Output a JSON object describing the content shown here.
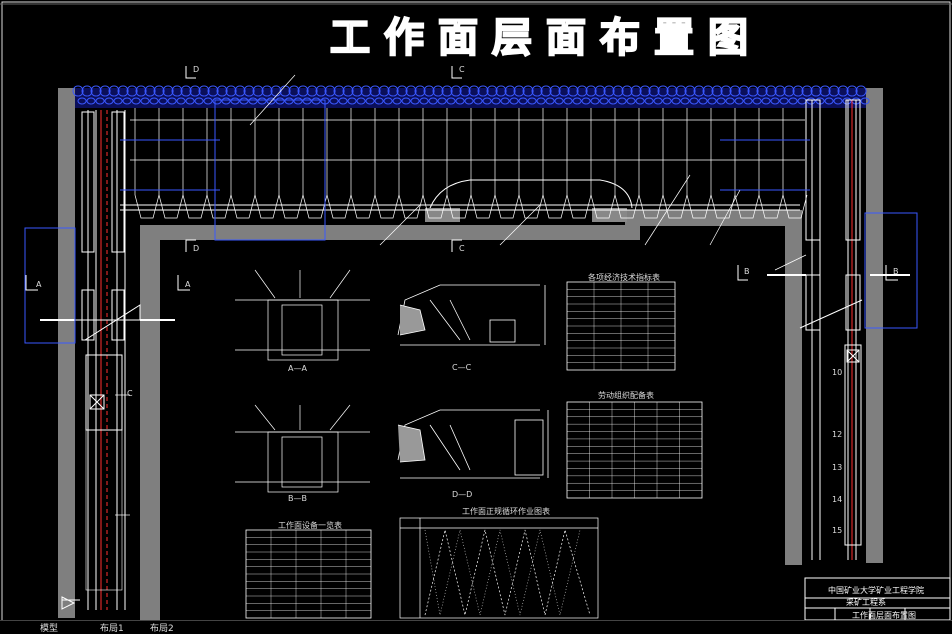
{
  "title": "工作面层面布置图",
  "section_labels": {
    "d_top": "D",
    "c_top": "C",
    "d_low": "D",
    "c_low": "C",
    "a_left": "A",
    "a_right": "A",
    "b_left": "B",
    "b_right": "B",
    "c_mid": "C"
  },
  "view_captions": {
    "aa": "A—A",
    "bb": "B—B",
    "cc": "C—C",
    "dd": "D—D"
  },
  "table_titles": {
    "tech": "各项经济技术指标表",
    "labor": "劳动组织配备表",
    "equipment": "工作面设备一览表",
    "cycle": "工作面正规循环作业图表"
  },
  "callout_numbers": {
    "n10": "10",
    "n12": "12",
    "n13": "13",
    "n14": "14",
    "n15": "15"
  },
  "title_block": {
    "line1": "中国矿业大学矿业工程学院",
    "line2": "采矿工程系",
    "line3": "工作面层面布置图"
  },
  "tabs": {
    "model": "模型",
    "layout1": "布局1",
    "layout2": "布局2"
  },
  "colors": {
    "background": "#000000",
    "wall": "#7f7f7f",
    "caving": "#2a3cff",
    "line": "#ffffff",
    "blue_line": "#3a58ff",
    "red_line": "#ff3030"
  }
}
